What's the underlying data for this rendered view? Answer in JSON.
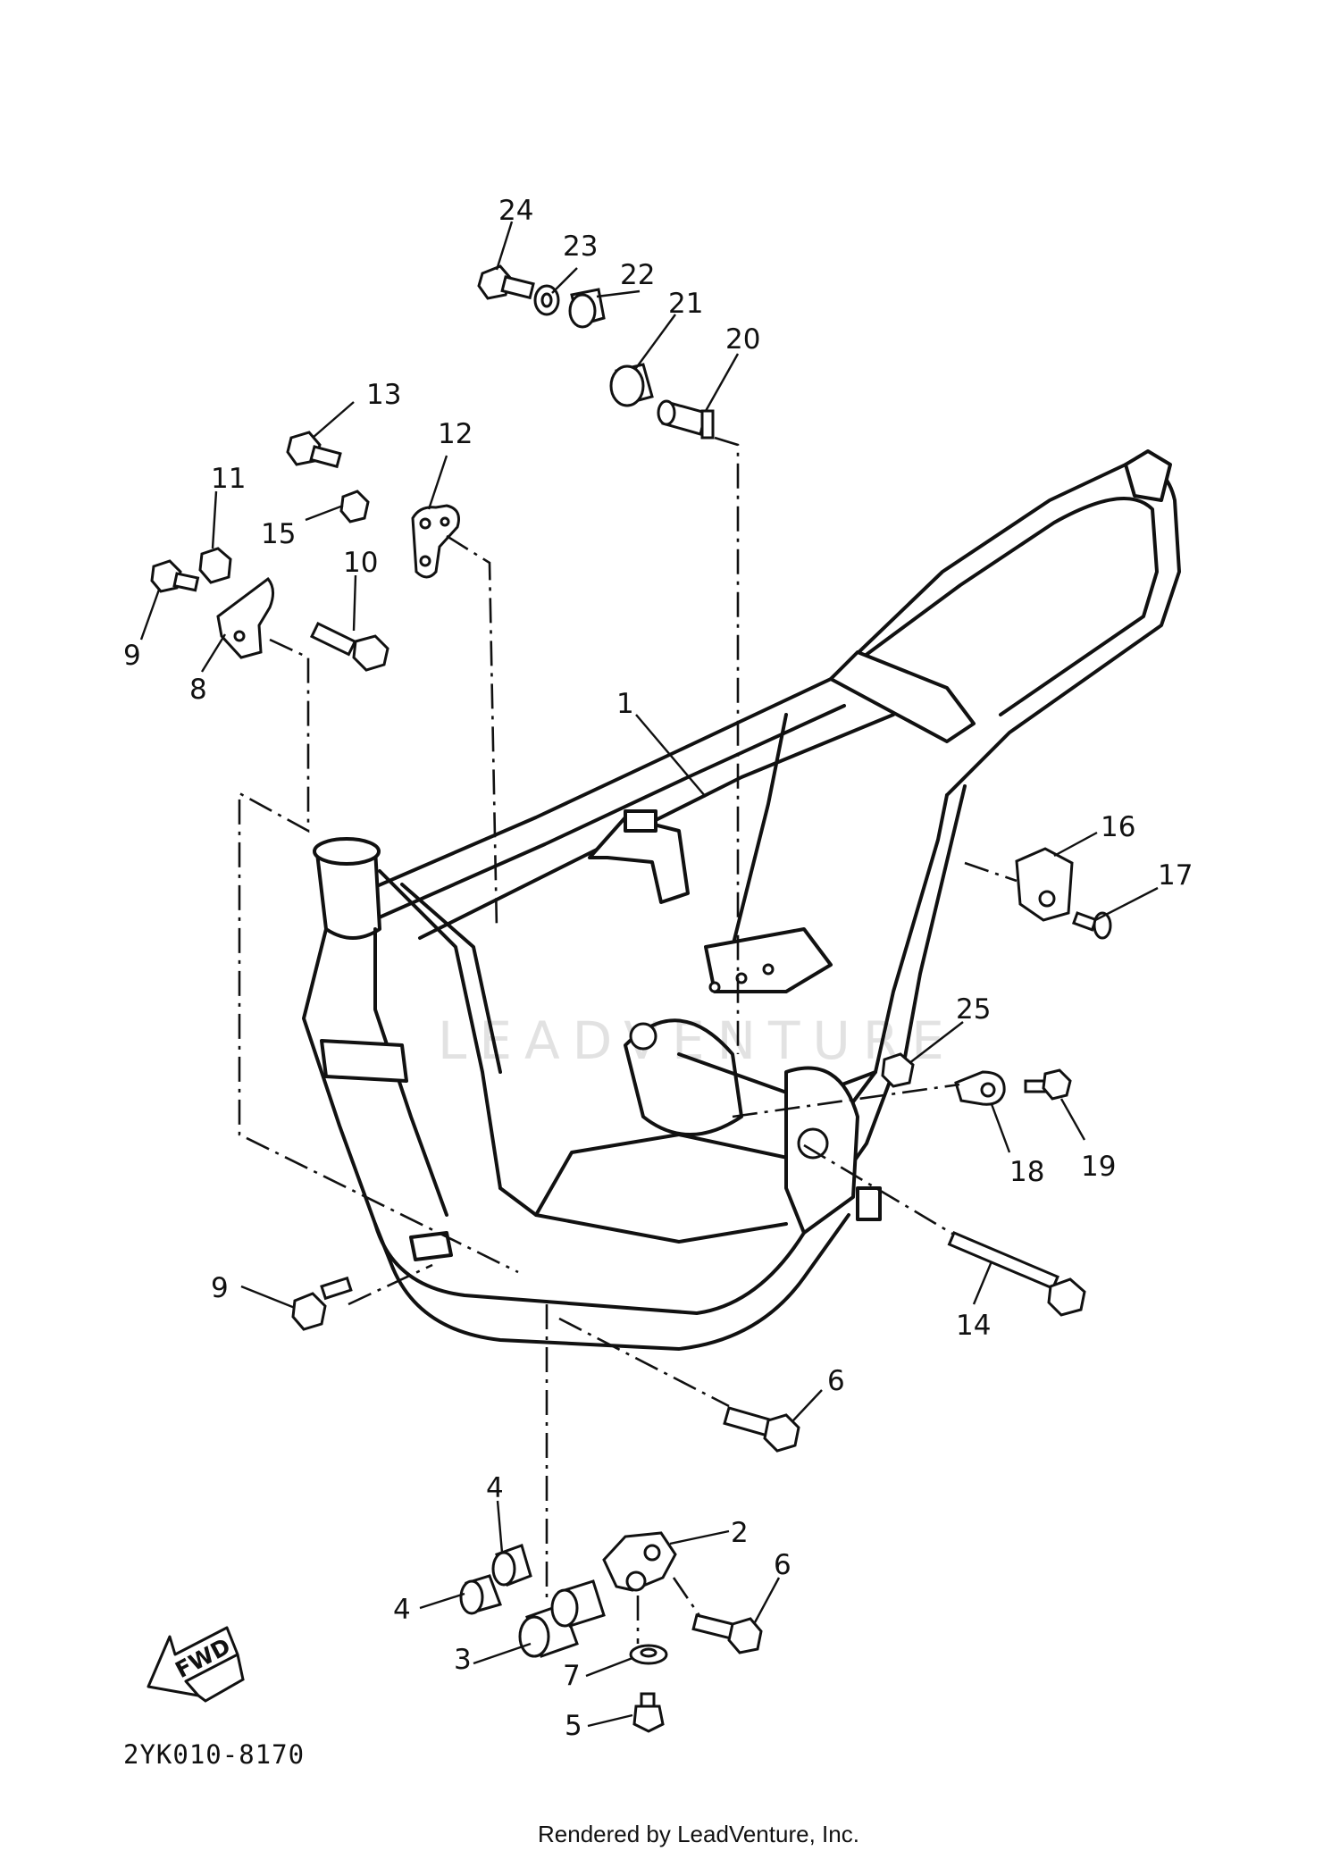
{
  "diagram": {
    "drawing_code": "2YK010-8170",
    "footer": "Rendered by LeadVenture, Inc.",
    "watermark": "LEADVENTURE",
    "fwd_label": "FWD",
    "callouts": [
      "24",
      "23",
      "22",
      "21",
      "20",
      "13",
      "12",
      "11",
      "15",
      "10",
      "9",
      "8",
      "1",
      "16",
      "17",
      "25",
      "18",
      "19",
      "9",
      "14",
      "6",
      "4",
      "2",
      "6",
      "4",
      "3",
      "7",
      "5"
    ]
  }
}
